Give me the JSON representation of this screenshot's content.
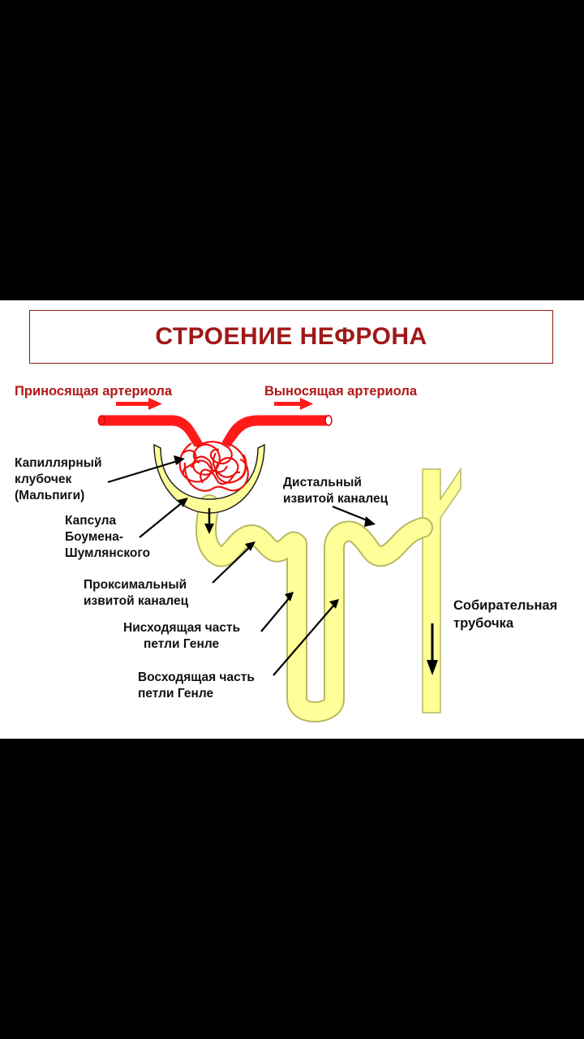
{
  "title": "СТРОЕНИЕ НЕФРОНА",
  "colors": {
    "background": "#000000",
    "panel": "#ffffff",
    "title_text": "#a01818",
    "title_border": "#8b1a1a",
    "arteriole": "#ff1a1a",
    "tubule_fill": "#ffff99",
    "tubule_stroke": "#b8b860",
    "vessel_gray": "#b0b0b0",
    "label_text": "#111111",
    "arteriole_label": "#b01818"
  },
  "labels": {
    "afferent": "Приносящая артериола",
    "efferent": "Выносящая артериола",
    "glomerulus": [
      "Капиллярный",
      "клубочек",
      "(Мальпиги)"
    ],
    "capsule": [
      "Капсула",
      "Боумена-",
      "Шумлянского"
    ],
    "proximal": [
      "Проксимальный",
      "извитой каналец"
    ],
    "descending": [
      "Нисходящая часть",
      "петли Генле"
    ],
    "ascending": [
      "Восходящая часть",
      "петли Генле"
    ],
    "distal": [
      "Дистальный",
      "извитой каналец"
    ],
    "collecting": [
      "Собирательная",
      "трубочка"
    ]
  }
}
